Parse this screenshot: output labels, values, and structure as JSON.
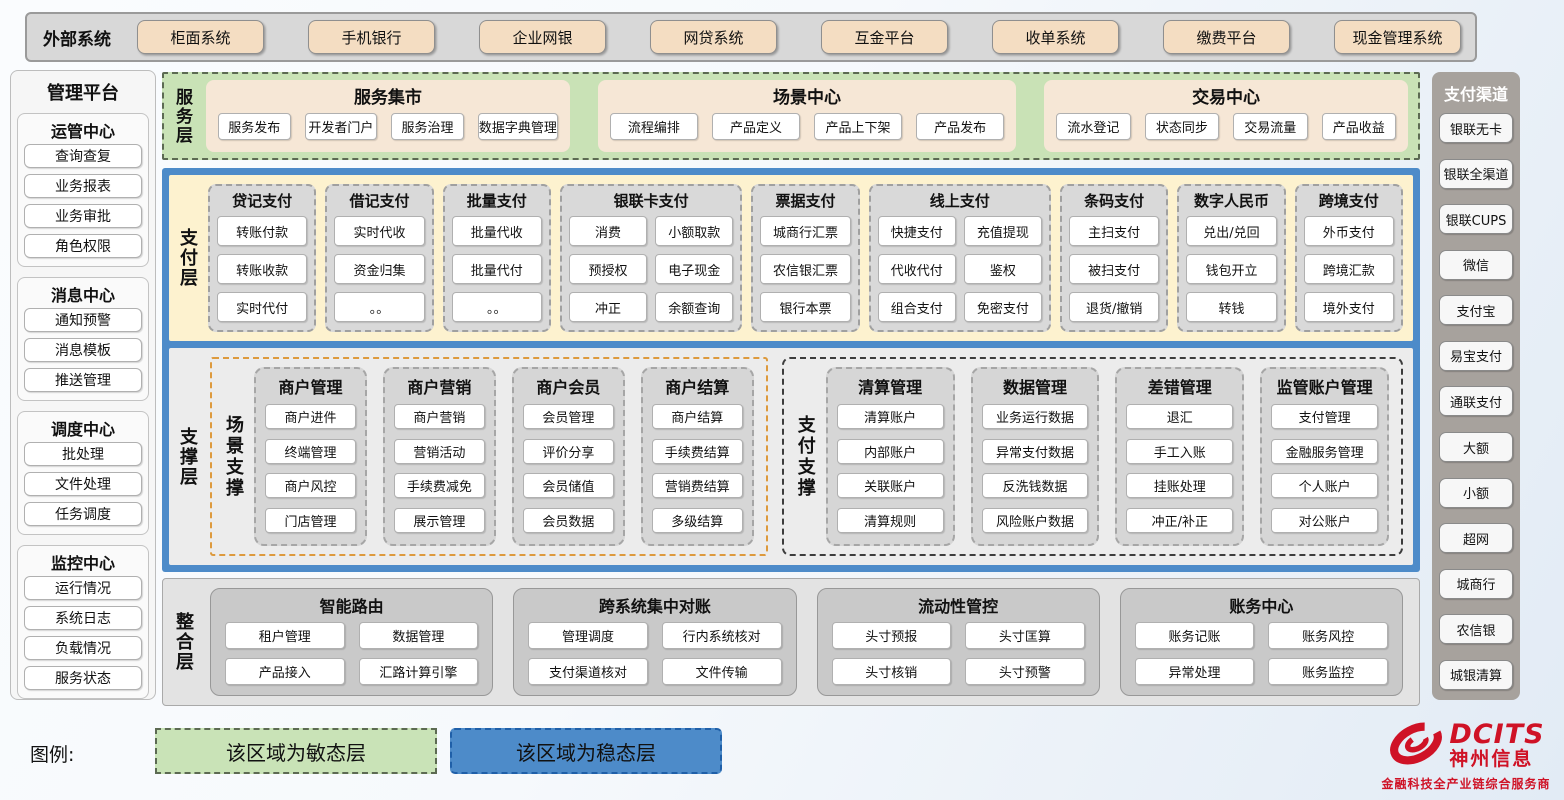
{
  "external_systems": {
    "label": "外部系统",
    "items": [
      "柜面系统",
      "手机银行",
      "企业网银",
      "网贷系统",
      "互金平台",
      "收单系统",
      "缴费平台",
      "现金管理系统"
    ]
  },
  "management_platform": {
    "title": "管理平台",
    "groups": [
      {
        "title": "运管中心",
        "items": [
          "查询查复",
          "业务报表",
          "业务审批",
          "角色权限"
        ]
      },
      {
        "title": "消息中心",
        "items": [
          "通知预警",
          "消息模板",
          "推送管理"
        ]
      },
      {
        "title": "调度中心",
        "items": [
          "批处理",
          "文件处理",
          "任务调度"
        ]
      },
      {
        "title": "监控中心",
        "items": [
          "运行情况",
          "系统日志",
          "负载情况",
          "服务状态"
        ]
      }
    ]
  },
  "service_layer": {
    "label": "服务层",
    "panels": [
      {
        "title": "服务集市",
        "items": [
          "服务发布",
          "开发者门户",
          "服务治理",
          "数据字典管理"
        ]
      },
      {
        "title": "场景中心",
        "items": [
          "流程编排",
          "产品定义",
          "产品上下架",
          "产品发布"
        ]
      },
      {
        "title": "交易中心",
        "items": [
          "流水登记",
          "状态同步",
          "交易流量",
          "产品收益"
        ]
      }
    ]
  },
  "payment_layer": {
    "label": "支付层",
    "columns": [
      {
        "title": "贷记支付",
        "cols": 1,
        "items": [
          "转账付款",
          "转账收款",
          "实时代付"
        ]
      },
      {
        "title": "借记支付",
        "cols": 1,
        "items": [
          "实时代收",
          "资金归集",
          "。。"
        ]
      },
      {
        "title": "批量支付",
        "cols": 1,
        "items": [
          "批量代收",
          "批量代付",
          "。。"
        ]
      },
      {
        "title": "银联卡支付",
        "cols": 2,
        "items": [
          "消费",
          "小额取款",
          "预授权",
          "电子现金",
          "冲正",
          "余额查询"
        ]
      },
      {
        "title": "票据支付",
        "cols": 1,
        "items": [
          "城商行汇票",
          "农信银汇票",
          "银行本票"
        ]
      },
      {
        "title": "线上支付",
        "cols": 2,
        "items": [
          "快捷支付",
          "充值提现",
          "代收代付",
          "鉴权",
          "组合支付",
          "免密支付"
        ]
      },
      {
        "title": "条码支付",
        "cols": 1,
        "items": [
          "主扫支付",
          "被扫支付",
          "退货/撤销"
        ]
      },
      {
        "title": "数字人民币",
        "cols": 1,
        "items": [
          "兑出/兑回",
          "钱包开立",
          "转钱"
        ]
      },
      {
        "title": "跨境支付",
        "cols": 1,
        "items": [
          "外币支付",
          "跨境汇款",
          "境外支付"
        ]
      }
    ]
  },
  "support_layer": {
    "label": "支撑层",
    "groups": [
      {
        "kind": "scene",
        "label": "场景支撑",
        "columns": [
          {
            "title": "商户管理",
            "items": [
              "商户进件",
              "终端管理",
              "商户风控",
              "门店管理"
            ]
          },
          {
            "title": "商户营销",
            "items": [
              "商户营销",
              "营销活动",
              "手续费减免",
              "展示管理"
            ]
          },
          {
            "title": "商户会员",
            "items": [
              "会员管理",
              "评价分享",
              "会员储值",
              "会员数据"
            ]
          },
          {
            "title": "商户结算",
            "items": [
              "商户结算",
              "手续费结算",
              "营销费结算",
              "多级结算"
            ]
          }
        ]
      },
      {
        "kind": "payment",
        "label": "支付支撑",
        "columns": [
          {
            "title": "清算管理",
            "items": [
              "清算账户",
              "内部账户",
              "关联账户",
              "清算规则"
            ]
          },
          {
            "title": "数据管理",
            "items": [
              "业务运行数据",
              "异常支付数据",
              "反洗钱数据",
              "风险账户数据"
            ]
          },
          {
            "title": "差错管理",
            "items": [
              "退汇",
              "手工入账",
              "挂账处理",
              "冲正/补正"
            ]
          },
          {
            "title": "监管账户管理",
            "items": [
              "支付管理",
              "金融服务管理",
              "个人账户",
              "对公账户"
            ]
          }
        ]
      }
    ]
  },
  "integration_layer": {
    "label": "整合层",
    "panels": [
      {
        "title": "智能路由",
        "items": [
          "租户管理",
          "数据管理",
          "产品接入",
          "汇路计算引擎"
        ]
      },
      {
        "title": "跨系统集中对账",
        "items": [
          "管理调度",
          "行内系统核对",
          "支付渠道核对",
          "文件传输"
        ]
      },
      {
        "title": "流动性管控",
        "items": [
          "头寸预报",
          "头寸匡算",
          "头寸核销",
          "头寸预警"
        ]
      },
      {
        "title": "账务中心",
        "items": [
          "账务记账",
          "账务风控",
          "异常处理",
          "账务监控"
        ]
      }
    ]
  },
  "payment_channels": {
    "title": "支付渠道",
    "items": [
      "银联无卡",
      "银联全渠道",
      "银联CUPS",
      "微信",
      "支付宝",
      "易宝支付",
      "通联支付",
      "大额",
      "小额",
      "超网",
      "城商行",
      "农信银",
      "城银清算"
    ]
  },
  "legend": {
    "label": "图例:",
    "agile": "该区域为敏态层",
    "stable": "该区域为稳态层"
  },
  "logo": {
    "brand": "DCITS",
    "name": "神州信息",
    "tagline": "金融科技全产业链综合服务商"
  },
  "colors": {
    "agile_green": "#c9e2b6",
    "stable_blue": "#4d8bc9",
    "payment_cream": "#fdf2cf",
    "panel_tan": "#f4ddc2",
    "brand_red": "#cf1226"
  }
}
